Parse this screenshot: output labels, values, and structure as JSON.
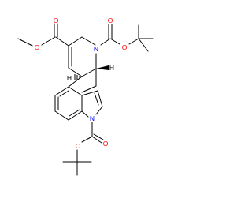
{
  "colors": {
    "background": "#ffffff",
    "bond": "#000000",
    "oxygen": "#ff0000",
    "nitrogen": "#0000ff",
    "hydrogen": "#000000"
  },
  "atom_labels": {
    "ester_carbonyl_o": "O",
    "ester_ether_o": "O",
    "piperidine_n": "N",
    "boc1_carbonyl_o": "O",
    "boc1_ether_o": "O",
    "stereo_h_right": "H",
    "stereo_h_left": "H",
    "indole_n": "N",
    "boc2_carbonyl_o": "O",
    "boc2_ether_o": "O"
  }
}
